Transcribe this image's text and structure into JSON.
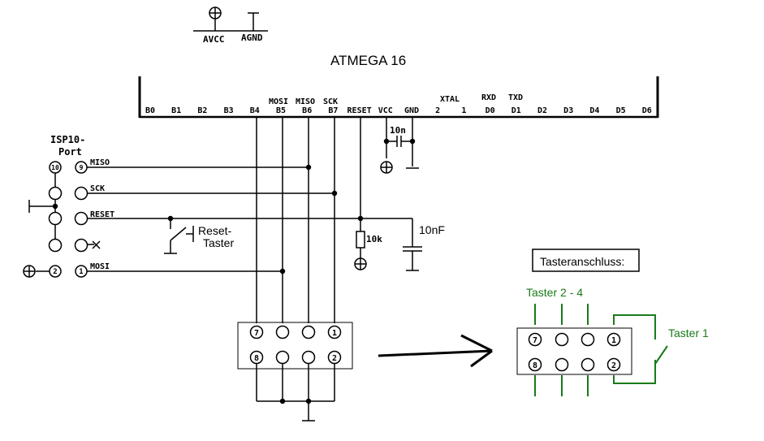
{
  "colors": {
    "ink": "#000000",
    "accent": "#1a7a1a",
    "background": "#ffffff"
  },
  "supply": {
    "avcc": "AVCC",
    "agnd": "AGND"
  },
  "chip": {
    "title": "ATMEGA 16",
    "pins": [
      "B0",
      "B1",
      "B2",
      "B3",
      "B4",
      "B5",
      "B6",
      "B7",
      "RESET",
      "VCC",
      "GND",
      "2",
      "1",
      "D0",
      "D1",
      "D2",
      "D3",
      "D4",
      "D5",
      "D6"
    ],
    "pin_upper": {
      "b5": "MOSI",
      "b6": "MISO",
      "b7": "SCK",
      "xtal": "XTAL",
      "d0": "RXD",
      "d1": "TXD"
    }
  },
  "components": {
    "cap_small": "10n",
    "cap_reset": "10nF",
    "resistor": "10k",
    "reset_button_line1": "Reset-",
    "reset_button_line2": "Taster"
  },
  "isp": {
    "title_line1": "ISP10-",
    "title_line2": "Port",
    "signals": {
      "miso": "MISO",
      "sck": "SCK",
      "reset": "RESET",
      "mosi": "MOSI"
    },
    "pin_numbers": {
      "p10": "10",
      "p9": "9",
      "p2": "2",
      "p1": "1"
    }
  },
  "connector": {
    "pin_numbers": {
      "p7": "7",
      "p8": "8",
      "p1": "1",
      "p2": "2"
    }
  },
  "taster": {
    "box_label": "Tasteranschluss:",
    "group_label": "Taster  2 - 4",
    "button1_label": "Taster 1"
  }
}
